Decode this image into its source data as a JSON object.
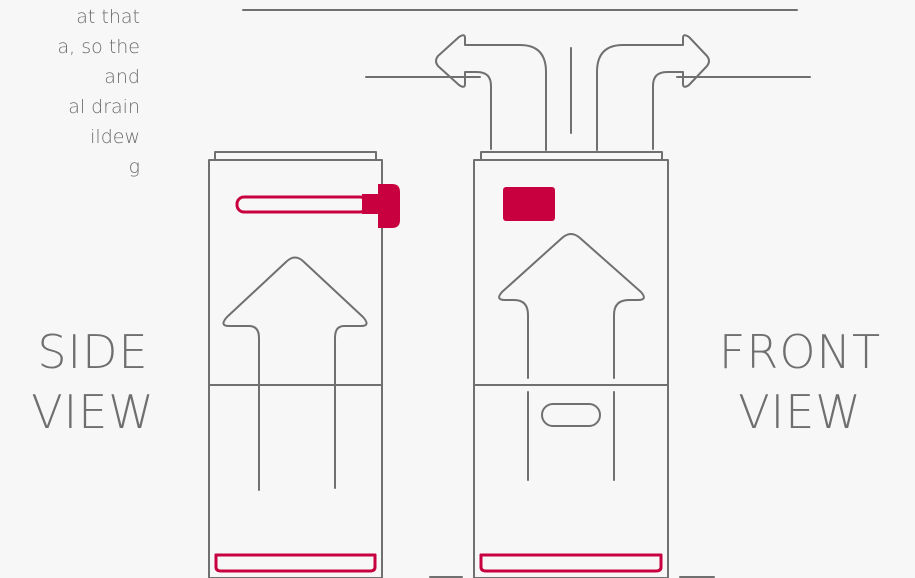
{
  "paragraph_lines": [
    "at that",
    "a, so the",
    "and",
    "al drain",
    "ildew",
    "g"
  ],
  "side_view": {
    "line1": "SIDE",
    "line2": "VIEW"
  },
  "front_view": {
    "line1": "FRONT",
    "line2": "VIEW"
  },
  "colors": {
    "background": "#f8f7f8",
    "outline": "#707070",
    "accent": "#c8003f"
  }
}
